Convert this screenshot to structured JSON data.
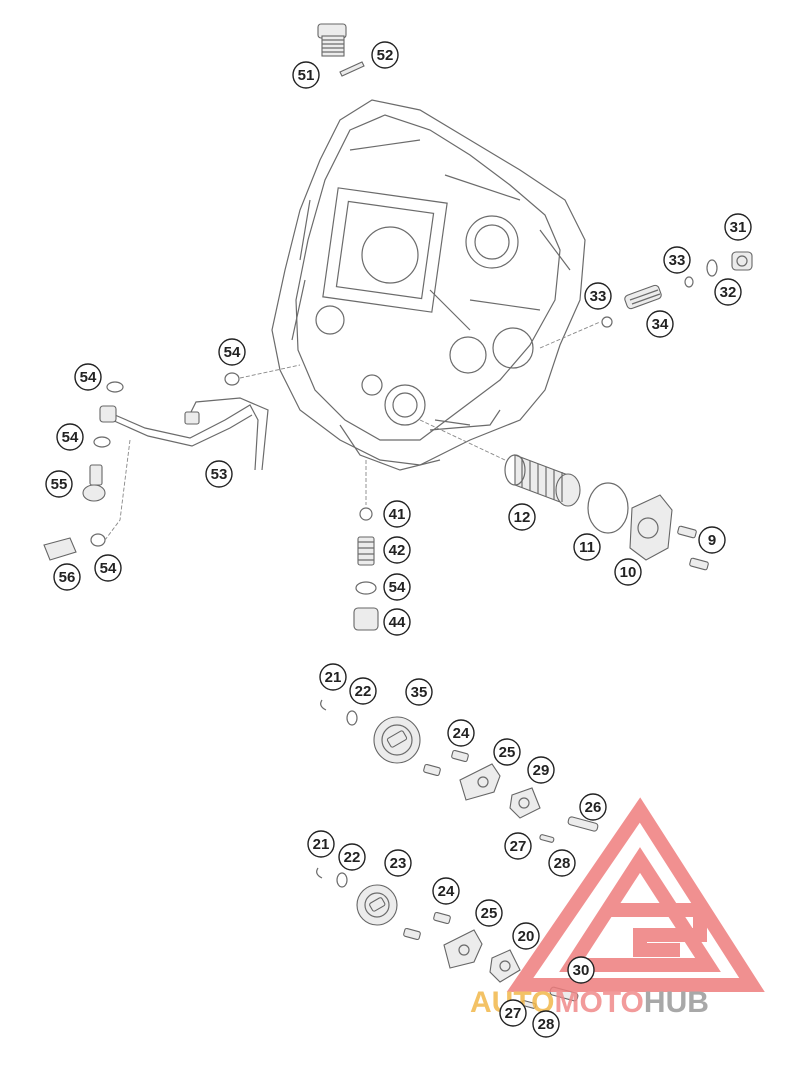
{
  "diagram": {
    "callouts": [
      "51",
      "52",
      "31",
      "33",
      "32",
      "33",
      "34",
      "54",
      "54",
      "54",
      "53",
      "55",
      "56",
      "54",
      "41",
      "42",
      "54",
      "44",
      "12",
      "11",
      "9",
      "10",
      "21",
      "22",
      "35",
      "24",
      "25",
      "29",
      "26",
      "27",
      "28",
      "21",
      "22",
      "23",
      "24",
      "25",
      "20",
      "30",
      "27",
      "28"
    ]
  },
  "watermark": {
    "auto": "AUTO",
    "moto": "MOTO",
    "hub": "HUB",
    "color_auto": "#f2b84b",
    "color_moto": "#f08a8a",
    "color_hub": "#9a9a9a",
    "logo_color": "#ee7d7d"
  }
}
